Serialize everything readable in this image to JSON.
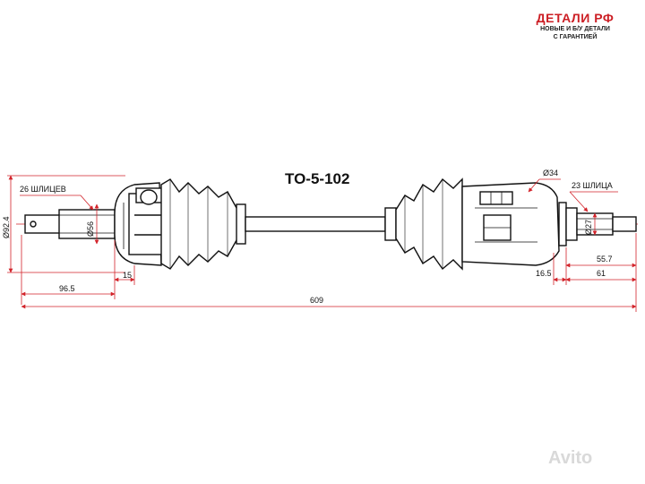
{
  "logo": {
    "title": "ДЕТАЛИ РФ",
    "line1": "НОВЫЕ И Б/У ДЕТАЛИ",
    "line2": "С ГАРАНТИЕЙ"
  },
  "part_number": "TO-5-102",
  "dimensions": {
    "left_splines": "26 ШЛИЦЕВ",
    "right_splines": "23 ШЛИЦА",
    "d92_4": "Ø92.4",
    "d56": "Ø56",
    "d34": "Ø34",
    "d27": "Ø27",
    "len_96_5": "96.5",
    "len_15": "15",
    "len_609": "609",
    "len_16_5": "16.5",
    "len_55_7": "55.7",
    "len_61": "61"
  },
  "watermark": "Avito"
}
